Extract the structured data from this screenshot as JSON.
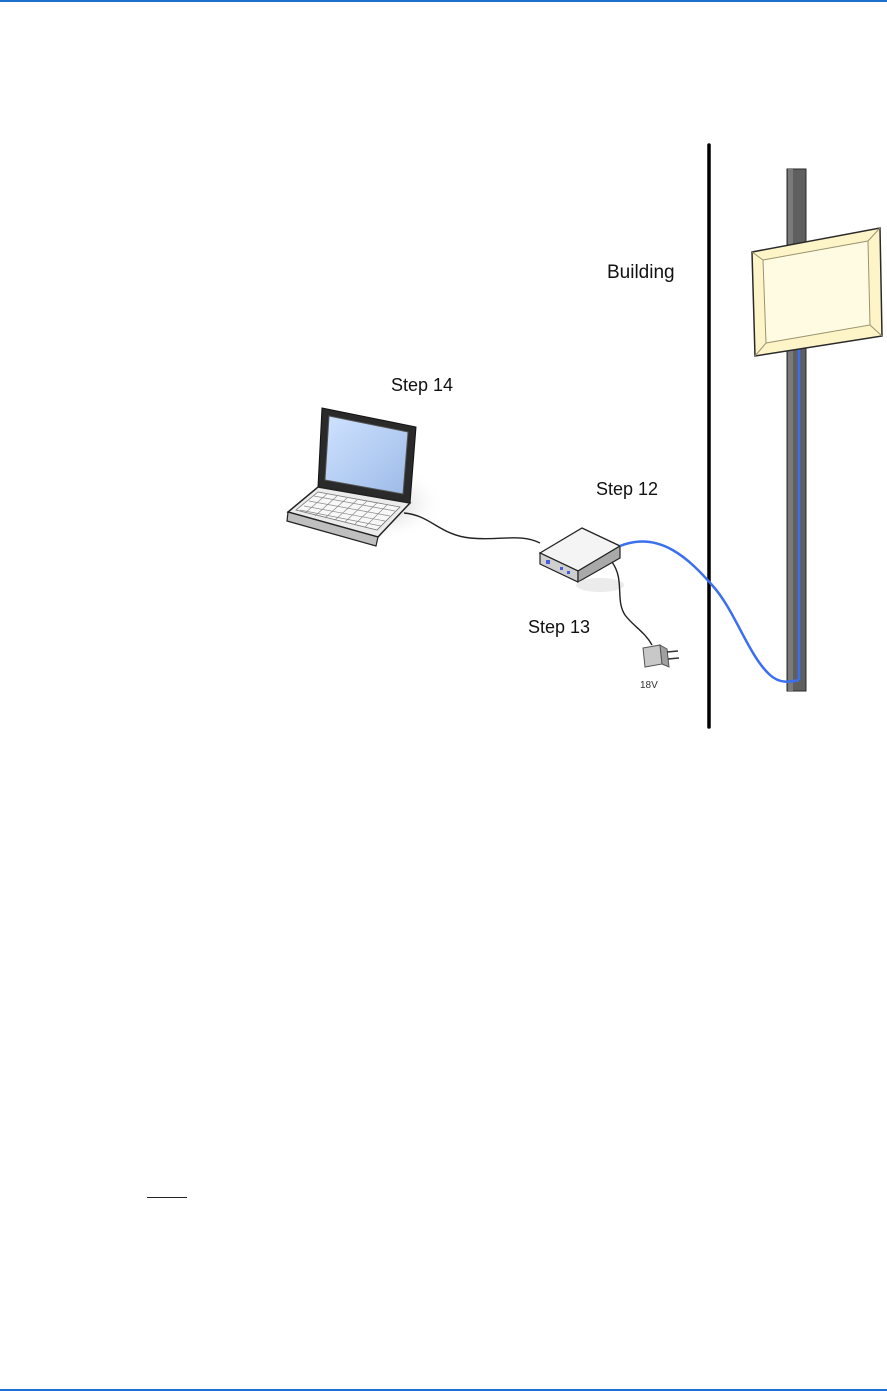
{
  "diagram": {
    "labels": {
      "building": "Building",
      "step14": "Step 14",
      "step12": "Step 12",
      "step13": "Step 13",
      "voltage": "18V"
    },
    "colors": {
      "page_rule": "#1f6fd0",
      "ethernet_cable": "#3a6ff0",
      "antenna_panel": "#fdf5c8",
      "pole": "#5a5a5a",
      "wall": "#000000"
    },
    "icons": {
      "laptop": "laptop-icon",
      "poe_injector": "poe-device-icon",
      "power_adapter": "power-plug-icon",
      "antenna": "panel-antenna-icon"
    }
  }
}
